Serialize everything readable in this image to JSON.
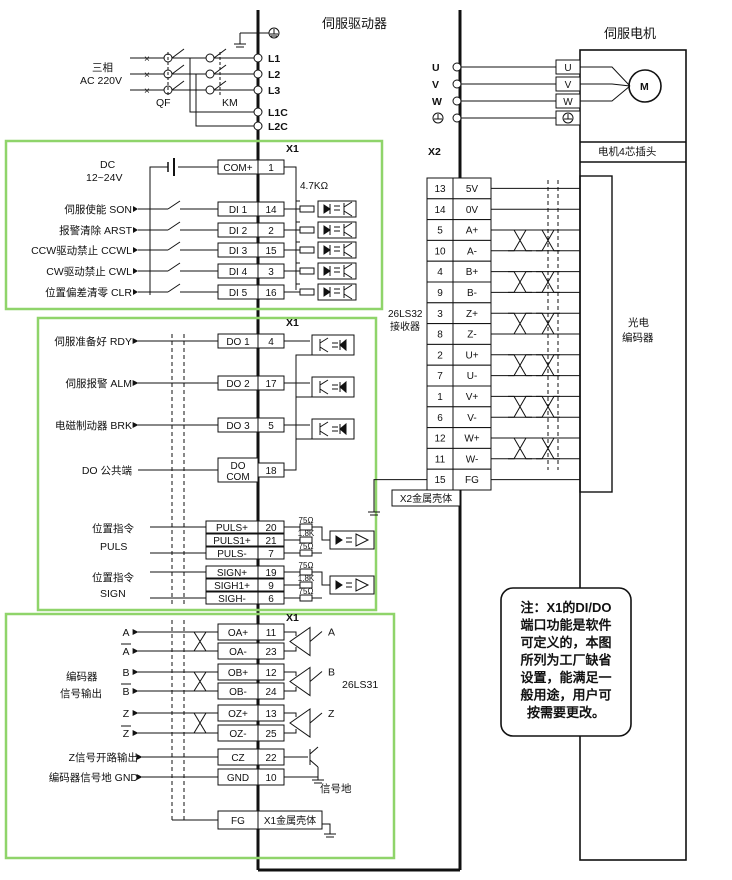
{
  "titles": {
    "driver": "伺服驱动器",
    "motor": "伺服电机",
    "motor_plug": "电机4芯插头",
    "x1": "X1",
    "x2": "X2",
    "encoder": [
      "光电",
      "编码器"
    ],
    "receiver": [
      "26LS32",
      "接收器"
    ],
    "x2_shell": "X2金属壳体",
    "x1_shell": "X1金属壳体"
  },
  "power": {
    "source": [
      "三相",
      "AC 220V"
    ],
    "qf": "QF",
    "km": "KM",
    "terminals": [
      "L1",
      "L2",
      "L3",
      "L1C",
      "L2C"
    ]
  },
  "motor_terminals": [
    "U",
    "V",
    "W"
  ],
  "motor_symbol": "M",
  "dc_supply": [
    "DC",
    "12~24V"
  ],
  "resistor_label": "4.7KΩ",
  "inputs": [
    {
      "label": "伺服使能  SON",
      "term": "DI 1",
      "pin": "14"
    },
    {
      "label": "报警清除  ARST",
      "term": "DI 2",
      "pin": "2"
    },
    {
      "label": "CCW驱动禁止  CCWL",
      "term": "DI 3",
      "pin": "15"
    },
    {
      "label": "CW驱动禁止  CWL",
      "term": "DI 4",
      "pin": "3"
    },
    {
      "label": "位置偏差清零  CLR",
      "term": "DI 5",
      "pin": "16"
    }
  ],
  "com_plus": {
    "term": "COM+",
    "pin": "1"
  },
  "outputs": [
    {
      "label": "伺服准备好  RDY",
      "term": "DO 1",
      "pin": "4"
    },
    {
      "label": "伺服报警  ALM",
      "term": "DO 2",
      "pin": "17"
    },
    {
      "label": "电磁制动器  BRK",
      "term": "DO 3",
      "pin": "5"
    }
  ],
  "do_com": {
    "label": "DO  公共端",
    "term": [
      "DO",
      "COM"
    ],
    "pin": "18"
  },
  "pulse": {
    "labels": [
      "位置指令",
      "PULS"
    ],
    "rows": [
      {
        "term": "PULS+",
        "pin": "20"
      },
      {
        "term": "PULS1+",
        "pin": "21"
      },
      {
        "term": "PULS-",
        "pin": "7"
      }
    ],
    "res": [
      "75Ω",
      "1.8K",
      "75Ω"
    ]
  },
  "sign": {
    "labels": [
      "位置指令",
      "SIGN"
    ],
    "rows": [
      {
        "term": "SIGN+",
        "pin": "19"
      },
      {
        "term": "SIGH1+",
        "pin": "9"
      },
      {
        "term": "SIGH-",
        "pin": "6"
      }
    ],
    "res": [
      "75Ω",
      "1.8K",
      "75Ω"
    ]
  },
  "encoder_out": {
    "group_label": [
      "编码器",
      "信号输出"
    ],
    "sig": [
      "A",
      "A",
      "B",
      "B",
      "Z",
      "Z"
    ],
    "rows": [
      {
        "term": "OA+",
        "pin": "11"
      },
      {
        "term": "OA-",
        "pin": "23"
      },
      {
        "term": "OB+",
        "pin": "12"
      },
      {
        "term": "OB-",
        "pin": "24"
      },
      {
        "term": "OZ+",
        "pin": "13"
      },
      {
        "term": "OZ-",
        "pin": "25"
      }
    ],
    "driver_labels": [
      "A",
      "B",
      "Z"
    ],
    "chip": "26LS31"
  },
  "cz": {
    "label": "Z信号开路输出",
    "term": "CZ",
    "pin": "22"
  },
  "gnd": {
    "label": "编码器信号地  GND",
    "term": "GND",
    "pin": "10"
  },
  "signal_ground": "信号地",
  "fg": {
    "term": "FG"
  },
  "x2_rows": [
    {
      "pin": "13",
      "sig": "5V"
    },
    {
      "pin": "14",
      "sig": "0V"
    },
    {
      "pin": "5",
      "sig": "A+"
    },
    {
      "pin": "10",
      "sig": "A-"
    },
    {
      "pin": "4",
      "sig": "B+"
    },
    {
      "pin": "9",
      "sig": "B-"
    },
    {
      "pin": "3",
      "sig": "Z+"
    },
    {
      "pin": "8",
      "sig": "Z-"
    },
    {
      "pin": "2",
      "sig": "U+"
    },
    {
      "pin": "7",
      "sig": "U-"
    },
    {
      "pin": "1",
      "sig": "V+"
    },
    {
      "pin": "6",
      "sig": "V-"
    },
    {
      "pin": "12",
      "sig": "W+"
    },
    {
      "pin": "11",
      "sig": "W-"
    },
    {
      "pin": "15",
      "sig": "FG"
    }
  ],
  "note": [
    "注：X1的DI/DO",
    "端口功能是软件",
    "可定义的，本图",
    "所列为工厂缺省",
    "设置，能满足一",
    "般用途，用户可",
    "按需要更改。"
  ],
  "colors": {
    "group_box": "#8fd46a",
    "line": "#111111"
  }
}
